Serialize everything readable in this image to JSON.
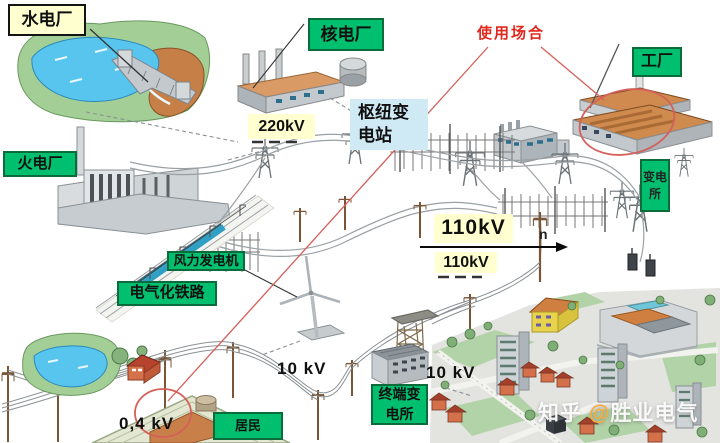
{
  "diagram": {
    "plants": {
      "hydro": "水电厂",
      "nuclear": "核电厂",
      "thermal": "火电厂"
    },
    "sites": {
      "factory": "工厂",
      "hub_substation": "枢纽变电站",
      "substation": "变电所",
      "wind_generator": "风力发电机",
      "electrified_railway": "电气化铁路",
      "residents": "居民",
      "terminal_substation": "终端变电所"
    },
    "annotation": {
      "usage_scenario": "使用场合"
    },
    "voltage_labels": {
      "hv_220": "220kV",
      "hv_110_main": "110kV",
      "hv_110_secondary": "110kV",
      "mv_10_left": "10 kV",
      "mv_10_right": "10 kV",
      "lv_04": "0,4 kV",
      "n_mark": "n"
    },
    "watermark": {
      "site": "知乎",
      "at_sign": "@",
      "account": "胜业电气"
    },
    "colors": {
      "label_green": "#00bf6e",
      "label_cream": "#ffffd0",
      "label_blue": "#cfe9f5",
      "annotation_red": "#d4605a",
      "railway_teal": "#2f9fc4",
      "watermark_at": "#f7ab3c"
    }
  }
}
